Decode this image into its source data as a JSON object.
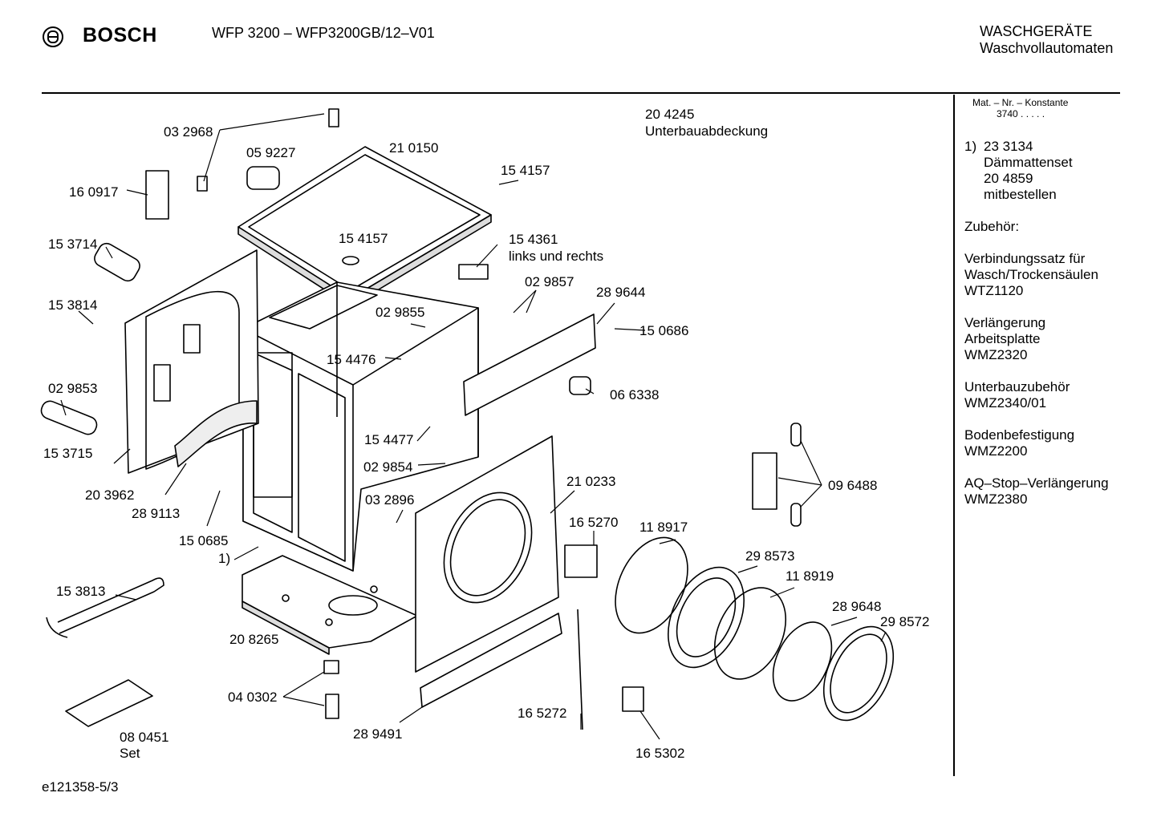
{
  "header": {
    "brand": "BOSCH",
    "model": "WFP 3200 – WFP3200GB/12–V01",
    "category_line1": "WASCHGERÄTE",
    "category_line2": "Waschvollautomaten"
  },
  "footer": {
    "doc_id": "e121358-5/3"
  },
  "sidebar": {
    "mat_header": "Mat. – Nr. – Konstante",
    "konstante": "3740  .  .  .  .  .",
    "note_marker": "1)",
    "note_lines": [
      "23 3134",
      "Dämmattenset",
      "20 4859",
      "mitbestellen"
    ],
    "accessories_title": "Zubehör:",
    "accessories": [
      [
        "Verbindungssatz für",
        "Wasch/Trockensäulen",
        "WTZ1120"
      ],
      [
        "Verlängerung",
        "Arbeitsplatte",
        "WMZ2320"
      ],
      [
        "Unterbauzubehör",
        "WMZ2340/01"
      ],
      [
        "Bodenbefestigung",
        "WMZ2200"
      ],
      [
        "AQ–Stop–Verlängerung",
        "WMZ2380"
      ]
    ]
  },
  "diagram": {
    "colors": {
      "line": "#000000",
      "paper": "#ffffff",
      "panel": "#e6e6e6"
    },
    "labels": {
      "p204245": "20 4245",
      "p204245_desc": "Unterbauabdeckung",
      "p032968": "03 2968",
      "p059227": "05 9227",
      "p210150": "21 0150",
      "p154157a": "15 4157",
      "p160917": "16 0917",
      "p153714": "15 3714",
      "p154157b": "15 4157",
      "p154361": "15 4361",
      "p154361_desc": "links und rechts",
      "p029857": "02 9857",
      "p289644": "28 9644",
      "p153814": "15 3814",
      "p029855": "02 9855",
      "p150686": "15 0686",
      "p154476": "15 4476",
      "p029853": "02 9853",
      "p066338": "06 6338",
      "p153715": "15 3715",
      "p154477": "15 4477",
      "p203962": "20 3962",
      "p029854": "02 9854",
      "p210233": "21 0233",
      "p096488": "09 6488",
      "p289113": "28 9113",
      "p032896": "03 2896",
      "p150685": "15 0685",
      "p165270": "16 5270",
      "p118917": "11 8917",
      "p298573": "29 8573",
      "note1": "1)",
      "p118919": "11 8919",
      "p153813": "15 3813",
      "p289648": "28 9648",
      "p298572": "29 8572",
      "p208265": "20 8265",
      "p040302": "04 0302",
      "p080451": "08 0451",
      "p080451_desc": "Set",
      "p289491": "28 9491",
      "p165272": "16 5272",
      "p165302": "16 5302"
    }
  }
}
